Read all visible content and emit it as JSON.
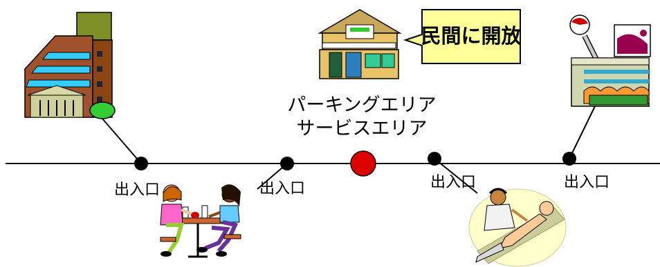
{
  "area": {
    "line1": "パーキングエリア",
    "line2": "サービスエリア"
  },
  "callout": "民間に開放",
  "exits": {
    "e1": "出入口",
    "e2": "出入口",
    "e3": "出入口",
    "e4": "出入口"
  },
  "colors": {
    "line": "#000000",
    "node": "#000000",
    "center_node": "#dd0000",
    "callout_fill": "#ffff99",
    "building_brown": "#a0522d",
    "building_window": "#33ccff",
    "shop_green": "#339933"
  },
  "icons": {
    "office": "office-building-icon",
    "house": "roadside-station-icon",
    "mall": "shopping-mall-icon",
    "cafe": "people-eating-icon",
    "clinic": "medical-care-icon"
  }
}
